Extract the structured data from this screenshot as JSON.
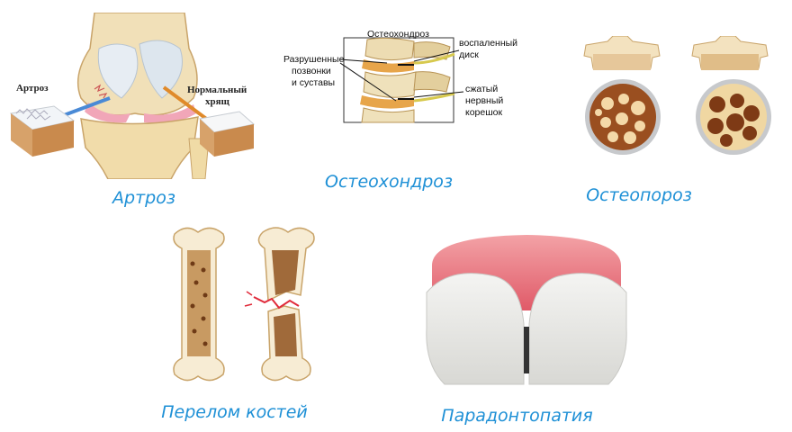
{
  "panels": {
    "arthrosis": {
      "caption": "Артроз",
      "label_left": "Артроз",
      "label_right_line1": "Нормальный",
      "label_right_line2": "хрящ"
    },
    "osteochondrosis": {
      "caption": "Остеохондроз",
      "title": "Остеохондроз",
      "label_left_line1": "Разрушенные",
      "label_left_line2": "позвонки",
      "label_left_line3": "и суставы",
      "label_right1_line1": "воспаленный",
      "label_right1_line2": "диск",
      "label_right2_line1": "сжатый",
      "label_right2_line2": "нервный",
      "label_right2_line3": "корешок"
    },
    "osteoporosis": {
      "caption": "Остеопороз"
    },
    "fracture": {
      "caption": "Перелом костей"
    },
    "periodontopathy": {
      "caption": "Парадонтопатия"
    }
  },
  "colors": {
    "caption": "#1e90d6",
    "bone": "#f3e3bf",
    "bone_edge": "#c9a46a",
    "marrow": "#8a4a1c",
    "gum": "#e8727a",
    "tooth": "#ececea"
  }
}
